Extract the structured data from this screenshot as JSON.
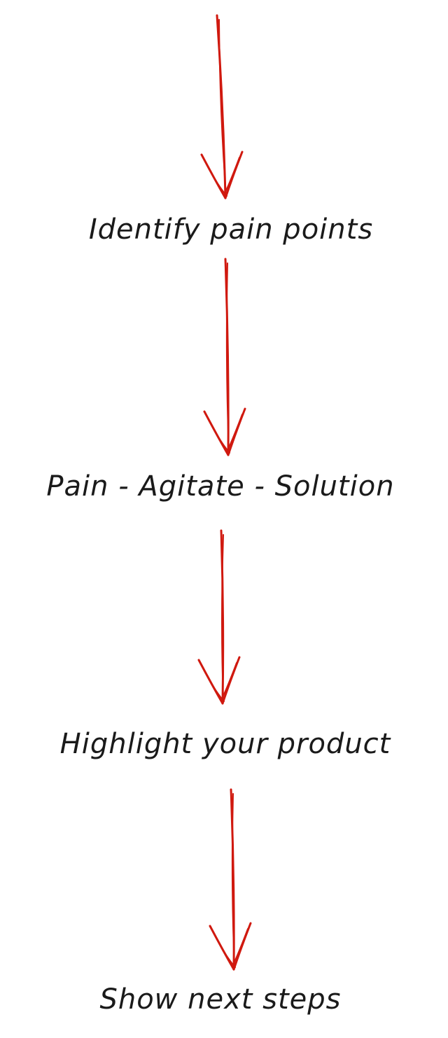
{
  "flow": {
    "steps": [
      {
        "label": "Identify pain points"
      },
      {
        "label": "Pain - Agitate - Solution"
      },
      {
        "label": "Highlight your product"
      },
      {
        "label": "Show next steps"
      }
    ]
  },
  "colors": {
    "arrow": "#d0190f",
    "text": "#1a1a1a",
    "background": "#ffffff"
  },
  "icons": {
    "connector": "hand-drawn-down-arrow-icon"
  }
}
